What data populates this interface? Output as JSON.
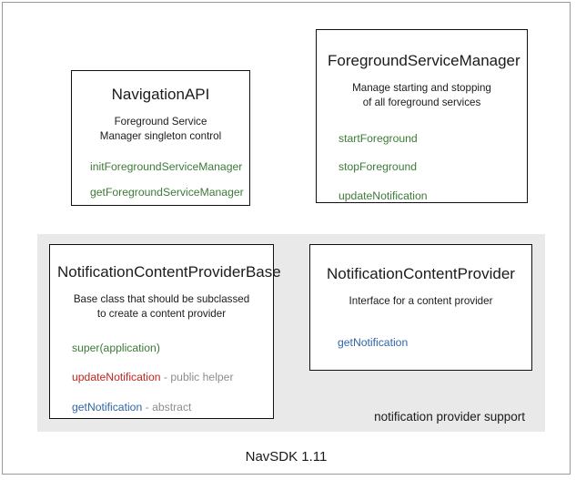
{
  "diagram": {
    "footer_title": "NavSDK 1.11",
    "group_label": "notification provider support",
    "boxes": [
      {
        "id": "navigation-api",
        "title": "NavigationAPI",
        "description_line1": "Foreground Service",
        "description_line2": "Manager singleton control",
        "members": [
          {
            "name": "initForegroundServiceManager",
            "color": "green",
            "note": ""
          },
          {
            "name": "getForegroundServiceManager",
            "color": "green",
            "note": ""
          }
        ]
      },
      {
        "id": "foreground-service-manager",
        "title": "ForegroundServiceManager",
        "description_line1": "Manage starting and stopping",
        "description_line2": "of all foreground services",
        "members": [
          {
            "name": "startForeground",
            "color": "green",
            "note": ""
          },
          {
            "name": "stopForeground",
            "color": "green",
            "note": ""
          },
          {
            "name": "updateNotification",
            "color": "green",
            "note": ""
          }
        ]
      },
      {
        "id": "notification-content-provider-base",
        "title": "NotificationContentProviderBase",
        "description_line1": "Base class that should be subclassed",
        "description_line2": "to create a content provider",
        "members": [
          {
            "name": "super(application)",
            "color": "green",
            "note": ""
          },
          {
            "name": "updateNotification",
            "color": "red",
            "note": " - public helper"
          },
          {
            "name": "getNotification",
            "color": "blue",
            "note": " - abstract"
          }
        ]
      },
      {
        "id": "notification-content-provider",
        "title": "NotificationContentProvider",
        "description_line1": "Interface for a content provider",
        "description_line2": "",
        "members": [
          {
            "name": "getNotification",
            "color": "blue",
            "note": ""
          }
        ]
      }
    ]
  },
  "colors": {
    "green": "#3c7a37",
    "red": "#c0261f",
    "blue": "#3165a6",
    "note_gray": "#8d8d8d",
    "group_background": "#e9e9e9",
    "box_border": "#111111",
    "frame_border": "#9a9a9a"
  }
}
